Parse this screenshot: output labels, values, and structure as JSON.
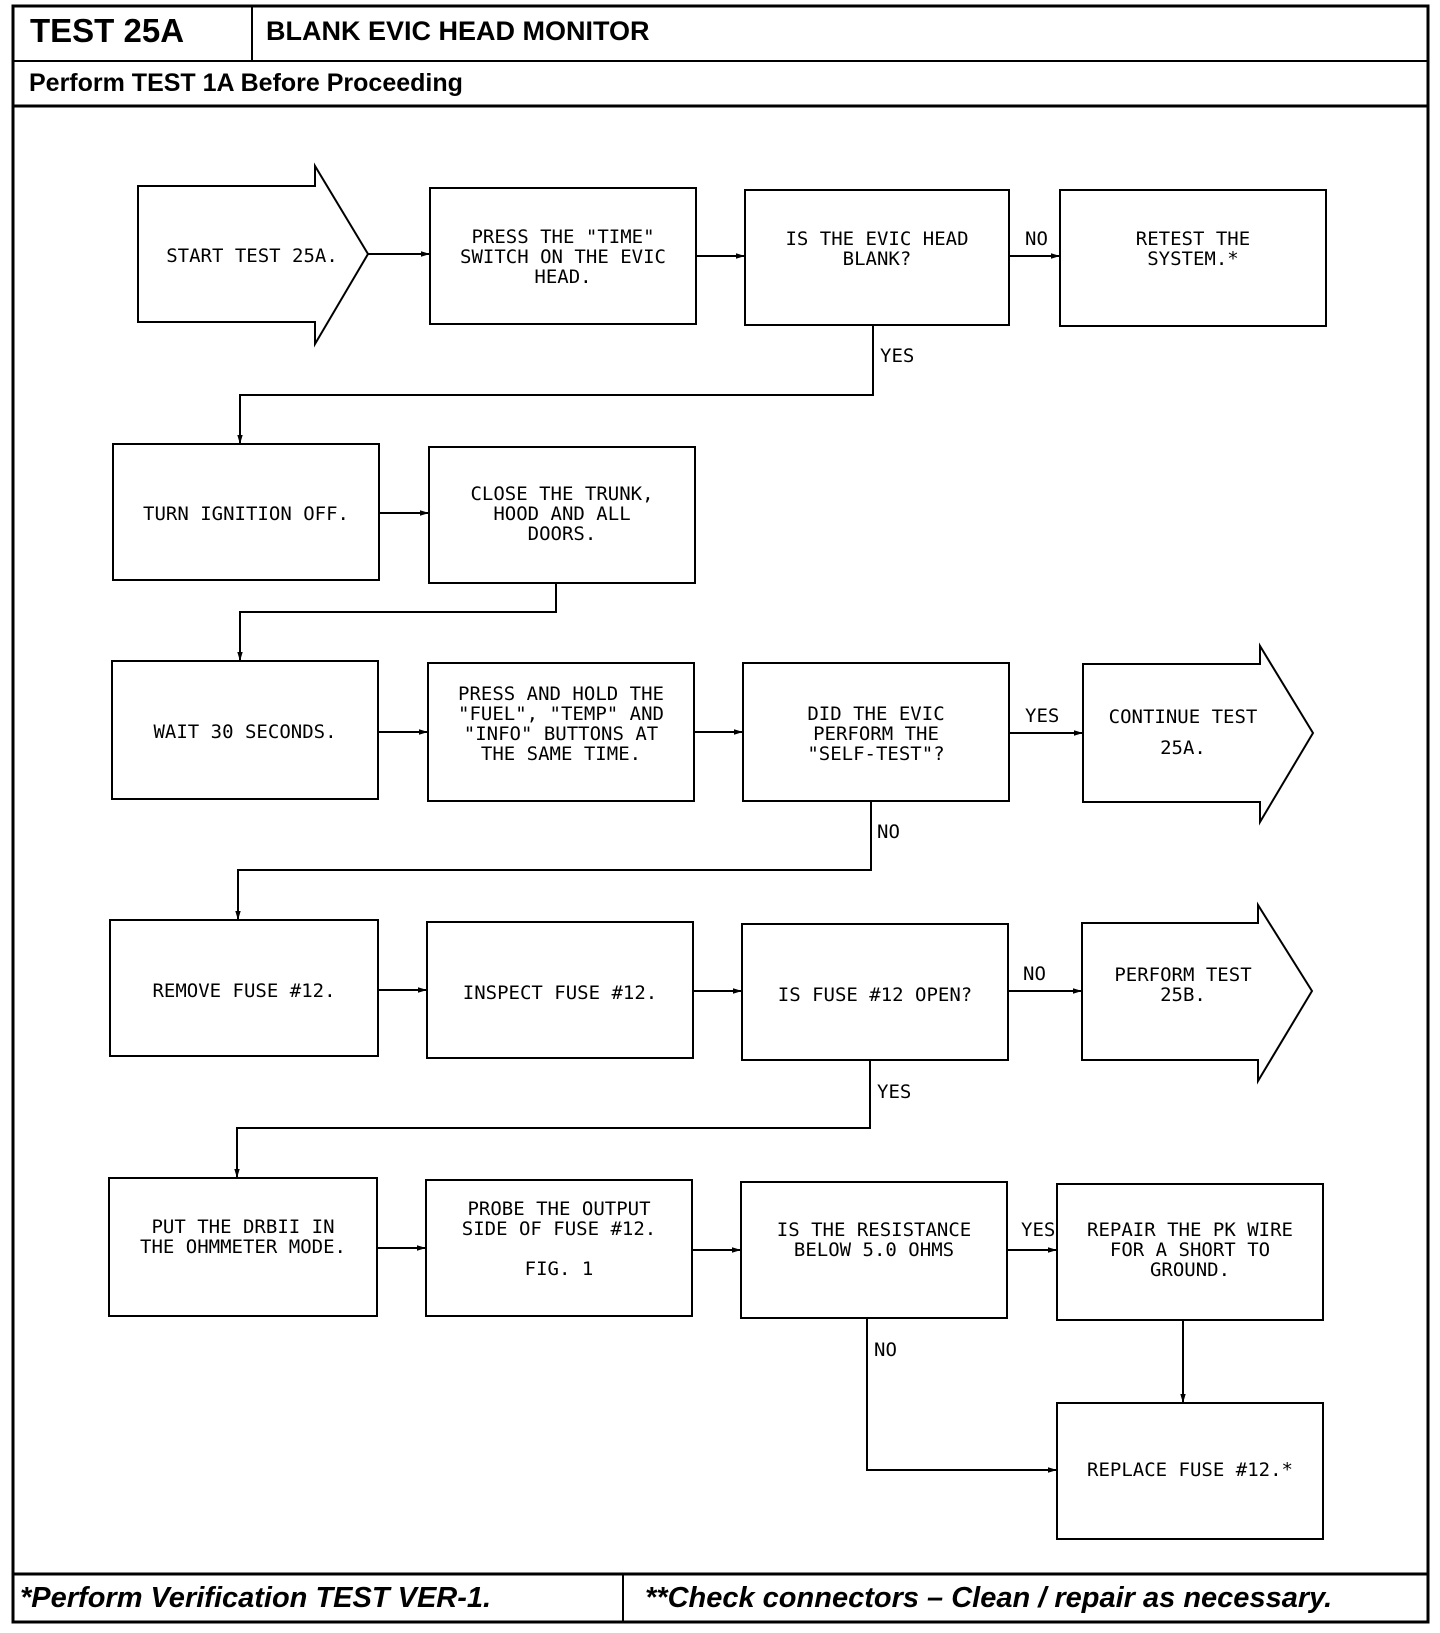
{
  "header": {
    "test_id": "TEST 25A",
    "title": "BLANK EVIC HEAD MONITOR",
    "subtitle": "Perform TEST 1A Before Proceeding"
  },
  "footer": {
    "left_note": "*Perform Verification TEST VER-1.",
    "right_note": "**Check connectors – Clean / repair as necessary."
  },
  "nodes": {
    "start": [
      "START TEST 25A."
    ],
    "press_time": [
      "PRESS THE \"TIME\"",
      "SWITCH ON THE EVIC",
      "HEAD."
    ],
    "evic_blank": [
      "IS THE EVIC HEAD",
      "BLANK?"
    ],
    "retest": [
      "RETEST THE",
      "SYSTEM.*"
    ],
    "ignition_off": [
      "TURN IGNITION OFF."
    ],
    "close_trunk": [
      "CLOSE THE TRUNK,",
      "HOOD AND ALL",
      "DOORS."
    ],
    "wait": [
      "WAIT 30 SECONDS."
    ],
    "press_hold": [
      "PRESS AND HOLD THE",
      "\"FUEL\", \"TEMP\" AND",
      "\"INFO\" BUTTONS AT",
      "THE SAME TIME."
    ],
    "self_test": [
      "DID THE EVIC",
      "PERFORM THE",
      "\"SELF-TEST\"?"
    ],
    "continue": [
      "CONTINUE TEST",
      "25A."
    ],
    "remove_fuse": [
      "REMOVE FUSE #12."
    ],
    "inspect_fuse": [
      "INSPECT FUSE #12."
    ],
    "fuse_open": [
      "IS FUSE #12 OPEN?"
    ],
    "perform_25b": [
      "PERFORM TEST",
      "25B."
    ],
    "ohmmeter": [
      "PUT THE DRBII IN",
      "THE OHMMETER MODE."
    ],
    "probe": [
      "PROBE THE OUTPUT",
      "SIDE OF FUSE #12.",
      "",
      "FIG. 1"
    ],
    "resistance": [
      "IS THE RESISTANCE",
      "BELOW 5.0 OHMS"
    ],
    "repair_wire": [
      "REPAIR THE PK WIRE",
      "FOR A SHORT TO",
      "GROUND."
    ],
    "replace_fuse": [
      "REPLACE FUSE #12.*"
    ]
  },
  "edge_labels": {
    "blank_no": "NO",
    "blank_yes": "YES",
    "selftest_yes": "YES",
    "selftest_no": "NO",
    "fuse_no": "NO",
    "fuse_yes": "YES",
    "resist_yes": "YES",
    "resist_no": "NO"
  }
}
